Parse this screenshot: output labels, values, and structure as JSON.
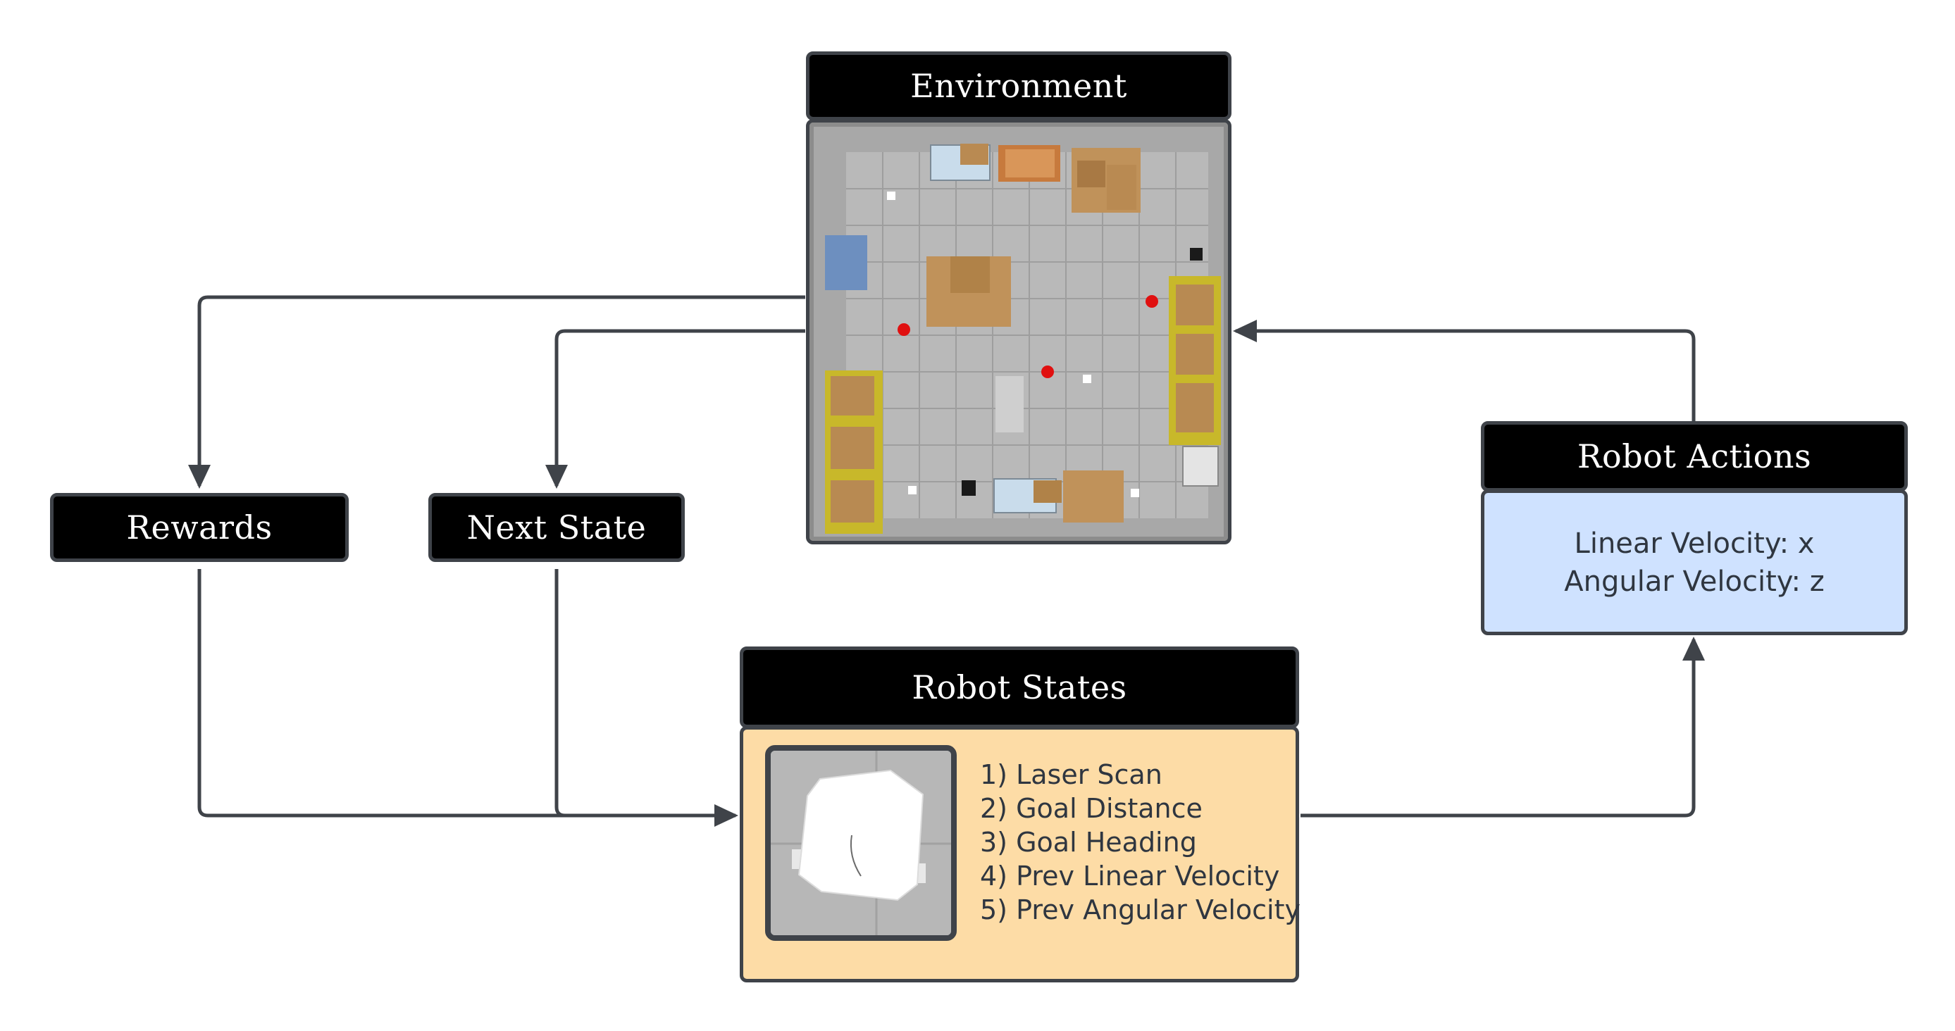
{
  "environment": {
    "title": "Environment"
  },
  "rewards": {
    "label": "Rewards"
  },
  "next_state": {
    "label": "Next State"
  },
  "robot_actions": {
    "title": "Robot Actions",
    "lines": [
      "Linear Velocity: x",
      "Angular Velocity: z"
    ]
  },
  "robot_states": {
    "title": "Robot States",
    "items": [
      "1) Laser Scan",
      "2) Goal Distance",
      "3) Goal Heading",
      "4) Prev Linear Velocity",
      "5) Prev Angular Velocity"
    ]
  },
  "colors": {
    "header_bg": "#000000",
    "border": "#3f4349",
    "actions_bg": "#cfe2ff",
    "states_bg": "#fddca6",
    "connector": "#3f4349"
  }
}
